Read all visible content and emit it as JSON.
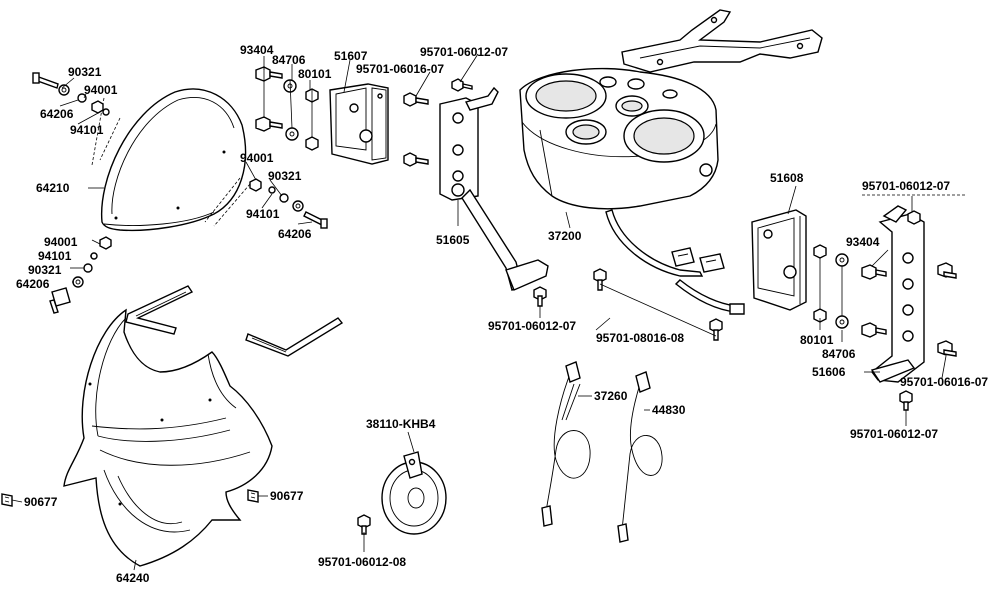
{
  "labels": {
    "l_93404_a": "93404",
    "l_84706_a": "84706",
    "l_80101_a": "80101",
    "l_51607": "51607",
    "l_95701_06016_07_a": "95701-06016-07",
    "l_95701_06012_07_a": "95701-06012-07",
    "l_90321_a": "90321",
    "l_94001_a": "94001",
    "l_64206_a": "64206",
    "l_94101_a": "94101",
    "l_64210": "64210",
    "l_94001_b": "94001",
    "l_90321_b": "90321",
    "l_94101_b": "94101",
    "l_64206_b": "64206",
    "l_94001_c": "94001",
    "l_94101_c": "94101",
    "l_90321_c": "90321",
    "l_64206_c": "64206",
    "l_51605": "51605",
    "l_37200": "37200",
    "l_51608": "51608",
    "l_95701_06012_07_b": "95701-06012-07",
    "l_93404_b": "93404",
    "l_95701_06012_07_c": "95701-06012-07",
    "l_95701_08016_08": "95701-08016-08",
    "l_80101_b": "80101",
    "l_84706_b": "84706",
    "l_51606": "51606",
    "l_95701_06016_07_b": "95701-06016-07",
    "l_37260": "37260",
    "l_44830": "44830",
    "l_38110_khb4": "38110-KHB4",
    "l_90677_a": "90677",
    "l_90677_b": "90677",
    "l_95701_06012_07_d": "95701-06012-07",
    "l_95701_06012_08": "95701-06012-08",
    "l_64240": "64240"
  }
}
